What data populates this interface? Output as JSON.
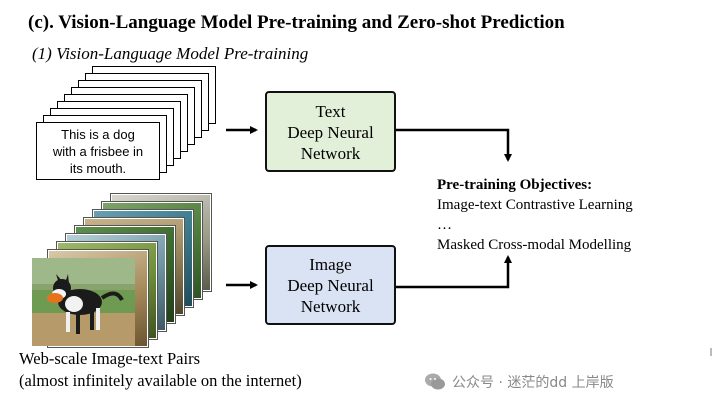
{
  "heading": "(c). Vision-Language Model Pre-training and Zero-shot Prediction",
  "subheading": "(1) Vision-Language Model Pre-training",
  "text_card": {
    "lines": [
      "This is a dog",
      "with a frisbee in",
      "its mouth."
    ]
  },
  "text_encoder": {
    "lines": [
      "Text",
      "Deep Neural",
      "Network"
    ],
    "color": "#e2f0d9"
  },
  "image_encoder": {
    "lines": [
      "Image",
      "Deep Neural",
      "Network"
    ],
    "color": "#dae3f3"
  },
  "objectives": {
    "title": "Pre-training Objectives:",
    "items": [
      "Image-text Contrastive Learning",
      "…",
      "Masked Cross-modal Modelling"
    ]
  },
  "pairs_caption": {
    "lines": [
      "Web-scale Image-text Pairs",
      "(almost infinitely available on the internet)"
    ]
  },
  "watermark": {
    "text": "公众号 · 迷茫的dd 上岸版",
    "icon": "wechat-icon"
  }
}
